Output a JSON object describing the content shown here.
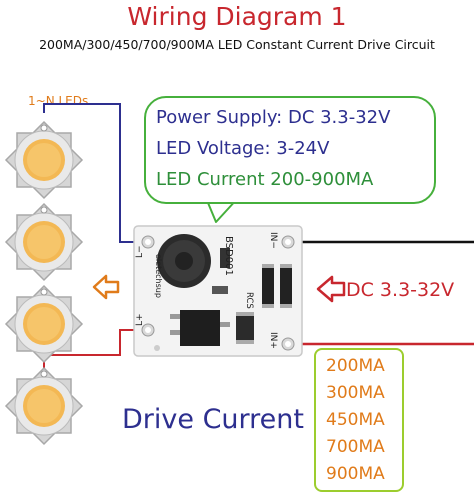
{
  "title": "Wiring Diagram 1",
  "subtitle": "200MA/300/450/700/900MA LED Constant Current Drive Circuit",
  "leds_label": "1~N LEDs",
  "specs": [
    "Power Supply: DC 3.3-32V",
    "LED Voltage: 3-24V",
    "LED Current 200-900MA"
  ],
  "input_label": "DC 3.3-32V",
  "drive_current_label": "Drive Current",
  "currents": [
    "200MA",
    "300MA",
    "450MA",
    "700MA",
    "900MA"
  ],
  "board": {
    "ic_label": "BSD001",
    "pad_in_minus": "IN−",
    "pad_in_plus": "IN+",
    "pad_out_minus": "L−",
    "pad_out_plus": "L+",
    "rcs_label": "RCS",
    "brand": "eletechsup"
  },
  "colors": {
    "title_red": "#c8272e",
    "navy": "#2d2f8f",
    "green": "#46b03c",
    "orange": "#e07b1a",
    "lime": "#9ccd2e",
    "pcb_white": "#f3f3f3"
  }
}
